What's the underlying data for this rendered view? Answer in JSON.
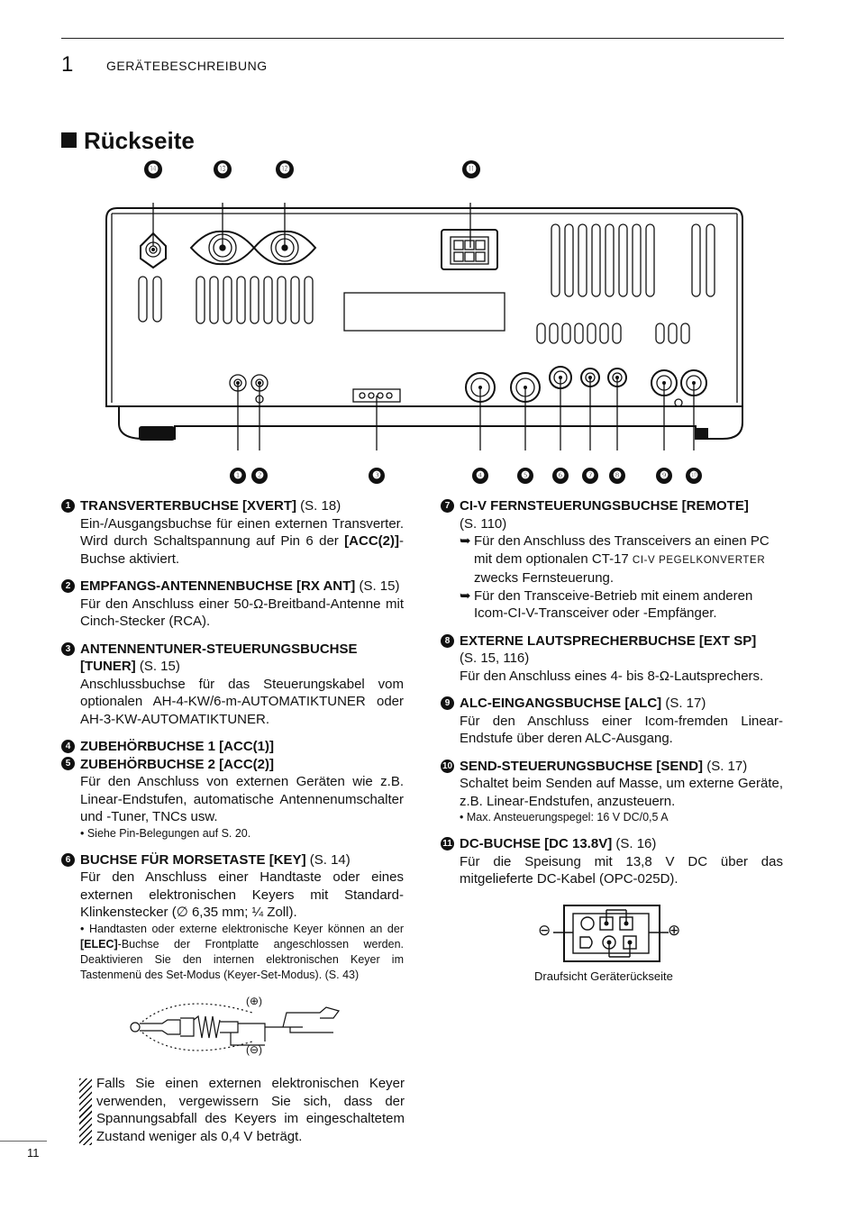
{
  "header": {
    "chapter_number": "1",
    "chapter_title": "GERÄTEBESCHREIBUNG"
  },
  "section_title": "Rückseite",
  "figure_top_labels": [
    "⓮",
    "⓭",
    "⓬",
    "⓫"
  ],
  "figure_bottom_labels": [
    "❶",
    "❷",
    "❸",
    "❹",
    "❺",
    "❻",
    "❼",
    "❽",
    "❾",
    "❿"
  ],
  "left_items": [
    {
      "num": "1",
      "title": "TRANSVERTERBUCHSE [XVERT]",
      "ref": " (S. 18)",
      "text_a": "Ein-/Ausgangsbuchse für einen externen Transverter. Wird durch Schaltspannung auf Pin 6 der ",
      "text_bold": "[ACC(2)]",
      "text_b": "-Buchse aktiviert."
    },
    {
      "num": "2",
      "title": "EMPFANGS-ANTENNENBUCHSE [RX ANT]",
      "ref": " (S. 15)",
      "text": "Für den Anschluss einer 50-Ω-Breitband-Antenne mit Cinch-Stecker (RCA)."
    },
    {
      "num": "3",
      "title": "ANTENNENTUNER-STEUERUNGSBUCHSE",
      "title2": "[TUNER]",
      "ref": " (S. 15)",
      "text": "Anschlussbuchse für das Steuerungskabel vom optionalen AH-4-KW/6-m-AUTOMATIKTUNER oder AH-3-KW-AUTOMATIKTUNER."
    },
    {
      "num4": "4",
      "title4": "ZUBEHÖRBUCHSE 1 [ACC(1)]",
      "num5": "5",
      "title5": "ZUBEHÖRBUCHSE 2 [ACC(2)]",
      "text": "Für den Anschluss von externen Geräten wie z.B. Linear-Endstufen, automatische Antennenumschalter und -Tuner, TNCs usw.",
      "note": "• Siehe Pin-Belegungen auf S. 20."
    },
    {
      "num": "6",
      "title": "BUCHSE FÜR MORSETASTE [KEY]",
      "ref": " (S. 14)",
      "text": "Für den Anschluss einer Handtaste oder eines externen elektronischen Keyers mit Standard-Klinkenstecker (∅ 6,35 mm; ¼ Zoll).",
      "note_a": "• Handtasten oder externe elektronische Keyer können an der ",
      "note_bold": "[ELEC]",
      "note_b": "-Buchse der Frontplatte angeschlossen werden. Deaktivieren Sie den internen elektronischen Keyer im Tastenmenü des Set-Modus (Keyer-Set-Modus). (S. 43)"
    }
  ],
  "key_plug": {
    "plus": "(⊕)",
    "minus": "(⊖)"
  },
  "tip": "Falls Sie einen externen elektronischen Keyer verwenden, vergewissern Sie sich, dass der Spannungsabfall des Keyers im eingeschaltetem Zustand weniger als 0,4 V beträgt.",
  "right_items": [
    {
      "num": "7",
      "title": "CI-V FERNSTEUERUNGSBUCHSE [REMOTE]",
      "ref": "(S. 110)",
      "bullet1_a": "Für den Anschluss des Transceivers an einen PC mit dem optionalen CT-17 ",
      "bullet1_sc": "CI-V PEGELKONVERTER",
      "bullet1_b": " zwecks Fernsteuerung.",
      "bullet2": "Für den Transceive-Betrieb mit einem anderen Icom-CI-V-Transceiver oder -Empfänger.",
      "arrow": "➥"
    },
    {
      "num": "8",
      "title": "EXTERNE LAUTSPRECHERBUCHSE [EXT SP]",
      "ref": "(S. 15, 116)",
      "text": "Für den Anschluss eines 4- bis 8-Ω-Lautsprechers."
    },
    {
      "num": "9",
      "title": "ALC-EINGANGSBUCHSE [ALC]",
      "ref": " (S. 17)",
      "text": "Für den Anschluss einer Icom-fremden Linear-Endstufe über deren ALC-Ausgang."
    },
    {
      "num": "10",
      "title": "SEND-STEUERUNGSBUCHSE [SEND]",
      "ref": " (S. 17)",
      "text": "Schaltet beim Senden auf Masse, um externe Geräte, z.B. Linear-Endstufen, anzusteuern.",
      "note": "• Max. Ansteuerungspegel: 16 V DC/0,5 A"
    },
    {
      "num": "11",
      "title": "DC-BUCHSE [DC 13.8V]",
      "ref": " (S. 16)",
      "text": "Für die Speisung mit 13,8 V DC über das mitgelieferte DC-Kabel (OPC-025D)."
    }
  ],
  "dc_plug": {
    "minus": "⊖",
    "plus": "⊕",
    "caption": "Draufsicht Geräterückseite"
  },
  "page_number": "11"
}
